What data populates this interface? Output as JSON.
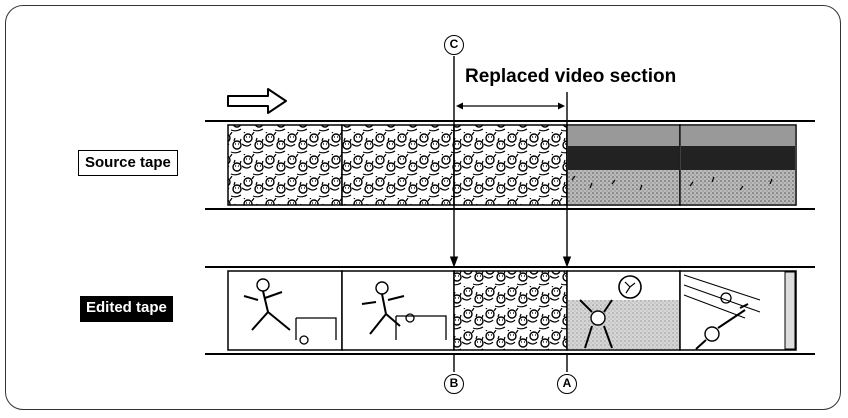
{
  "title": "Replaced video section",
  "tapes": {
    "source_label": "Source tape",
    "edited_label": "Edited tape"
  },
  "markers": {
    "a": "A",
    "b": "B",
    "c": "C"
  },
  "source_frames": [
    "crowd",
    "crowd",
    "crowd",
    "stadium",
    "stadium"
  ],
  "edited_frames": [
    "soccer-kick",
    "soccer-kick",
    "crowd",
    "goalkeeper",
    "goalkeeper"
  ]
}
